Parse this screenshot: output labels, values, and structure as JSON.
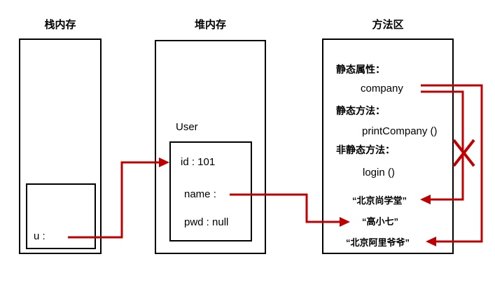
{
  "colors": {
    "arrow_red": "#c00000",
    "box_border": "#000000",
    "background": "#ffffff"
  },
  "stack": {
    "title": "栈内存",
    "frame_var": "u :"
  },
  "heap": {
    "title": "堆内存",
    "object_type": "User",
    "fields": [
      "id : 101",
      "name :",
      "pwd : null"
    ]
  },
  "method_area": {
    "title": "方法区",
    "static_attr_heading": "静态属性：",
    "static_attr_name": "company",
    "static_method_heading": "静态方法：",
    "static_method_name": "printCompany ()",
    "instance_method_heading": "非静态方法：",
    "instance_method_name": "login ()",
    "strings": [
      "“北京尚学堂”",
      "“高小七”",
      "“北京阿里爷爷”"
    ]
  },
  "arrows": [
    {
      "name": "u-to-user-object",
      "from": "u :",
      "to": "User object"
    },
    {
      "name": "name-to-string",
      "from": "name :",
      "to": "“高小七”"
    },
    {
      "name": "company-to-old-string",
      "from": "company",
      "to": "“北京尚学堂”",
      "crossed_out": true
    },
    {
      "name": "company-to-new-string",
      "from": "company",
      "to": "“北京阿里爷爷”",
      "crossed_out": false
    }
  ]
}
